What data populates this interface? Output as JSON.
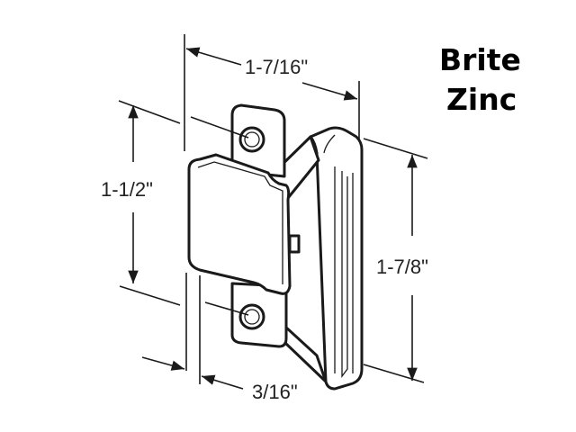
{
  "title": {
    "line1": "Brite",
    "line2": "Zinc"
  },
  "dimensions": {
    "width_top": "1-7/16\"",
    "height_left": "1-1/2\"",
    "height_right": "1-7/8\"",
    "depth_bottom": "3/16\""
  },
  "drawing": {
    "subject": "window-latch-strike-part",
    "line_color": "#1a1a1a",
    "background": "#ffffff"
  }
}
